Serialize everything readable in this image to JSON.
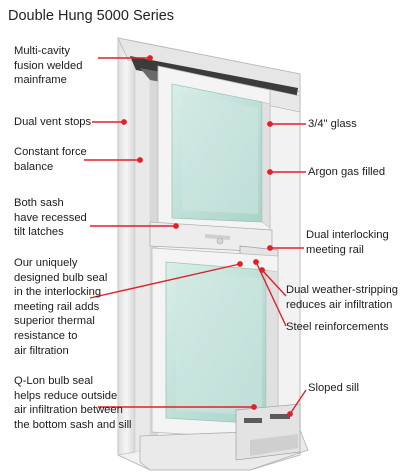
{
  "title": "Double Hung 5000 Series",
  "labels": {
    "mainframe": "Multi-cavity\nfusion welded\nmainframe",
    "vent_stops": "Dual vent stops",
    "force_balance": "Constant force\nbalance",
    "tilt_latches": "Both sash\nhave recessed\ntilt latches",
    "bulb_seal": "Our uniquely\ndesigned bulb seal\nin the interlocking\nmeeting rail adds\nsuperior thermal\nresistance to\nair filtration",
    "qlon": "Q-Lon bulb seal\nhelps reduce outside\nair infiltration between\nthe bottom sash and sill",
    "glass": "3/4\" glass",
    "argon": "Argon gas filled",
    "meeting_rail": "Dual interlocking\nmeeting rail",
    "weather_strip": "Dual weather-stripping\nreduces air infiltration",
    "steel": "Steel reinforcements",
    "sloped_sill": "Sloped sill"
  },
  "colors": {
    "leader": "#e0212a",
    "frame": "#eeeeee",
    "glass": "#bfe0d8"
  }
}
